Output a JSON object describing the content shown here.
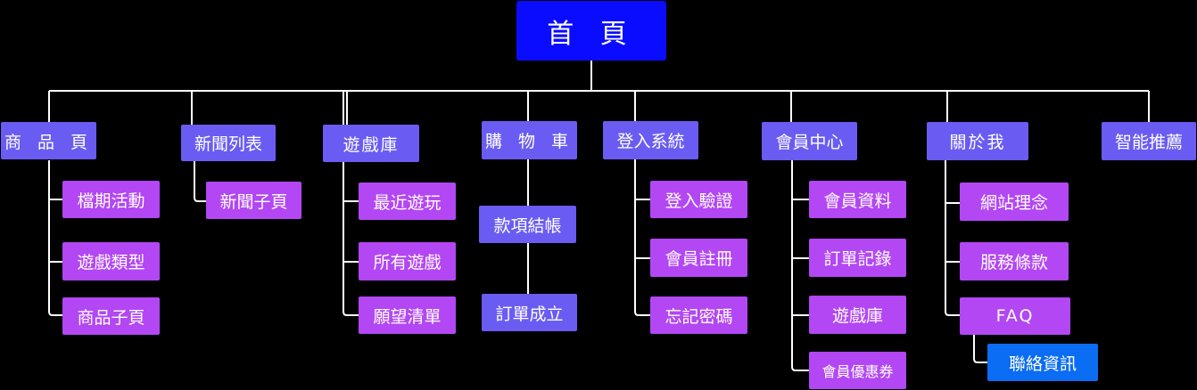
{
  "colors": {
    "background": "#000000",
    "home": "#0a0cff",
    "category": "#6a5cf2",
    "subpage": "#b247f3",
    "contact": "#0b6cf4",
    "lines": "#ffffff"
  },
  "home": {
    "label": "首 頁"
  },
  "categories": [
    {
      "label": "商 品 頁",
      "children": [
        "檔期活動",
        "遊戲類型",
        "商品子頁"
      ]
    },
    {
      "label": "新聞列表",
      "children": [
        "新聞子頁"
      ]
    },
    {
      "label": "遊戲庫",
      "children": [
        "最近遊玩",
        "所有遊戲",
        "願望清單"
      ]
    },
    {
      "label": "購 物 車",
      "children": [
        "款項結帳",
        "訂單成立"
      ]
    },
    {
      "label": "登入系統",
      "children": [
        "登入驗證",
        "會員註冊",
        "忘記密碼"
      ]
    },
    {
      "label": "會員中心",
      "children": [
        "會員資料",
        "訂單記錄",
        "遊戲庫",
        "會員優惠券"
      ]
    },
    {
      "label": "關於我",
      "children": [
        "網站理念",
        "服務條款",
        "FAQ"
      ]
    },
    {
      "label": "智能推薦",
      "children": []
    }
  ],
  "faq_child": {
    "label": "聯絡資訊"
  }
}
